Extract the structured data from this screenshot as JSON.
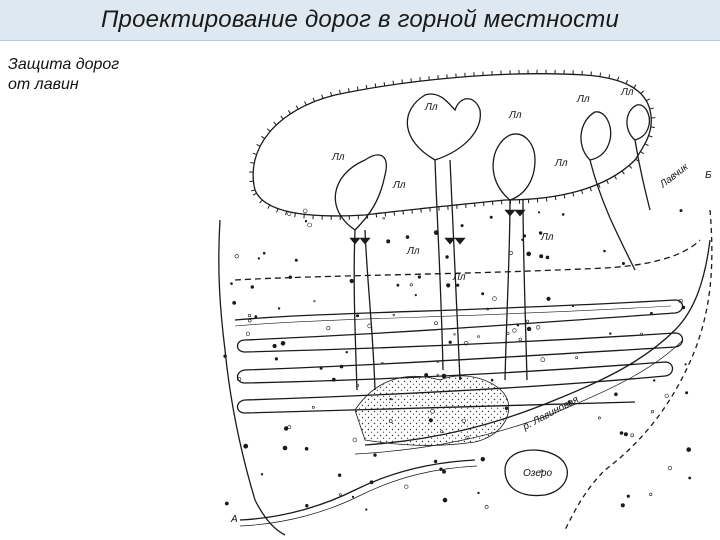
{
  "slide": {
    "title": "Проектирование дорог в горной местности",
    "subtitle_line1": "Защита дорог",
    "subtitle_line2": "от лавин"
  },
  "diagram": {
    "labels": {
      "avalanche": "Лл",
      "point_a": "А",
      "point_b": "Б",
      "lake": "Озеро",
      "river_lower": "р. Лавиновая",
      "river_upper": "Лавчик"
    },
    "avalanche_label_count": 10,
    "colors": {
      "ink": "#1a1a1a",
      "title_bar": "#dde8f1"
    }
  }
}
